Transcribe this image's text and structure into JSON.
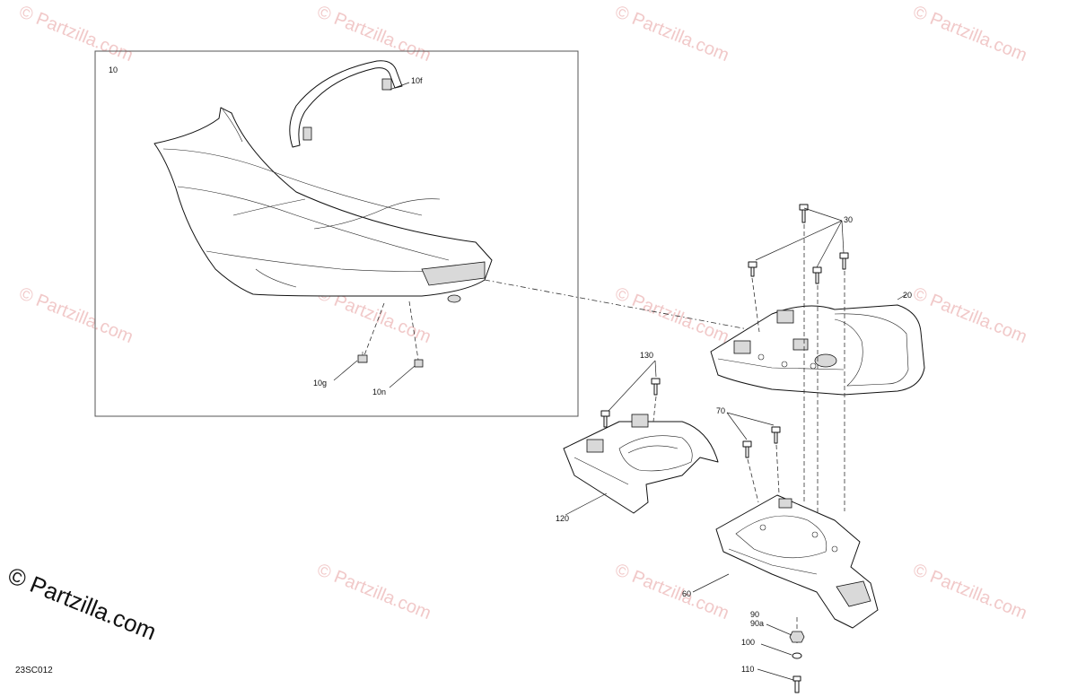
{
  "watermark": {
    "text": "© Partzilla.com"
  },
  "brand": {
    "text": "© Partzilla.com"
  },
  "diagram_code": "23SC012",
  "callouts": {
    "c10": "10",
    "c10f": "10f",
    "c10g": "10g",
    "c10n": "10n",
    "c20": "20",
    "c30": "30",
    "c60": "60",
    "c70": "70",
    "c90": "90",
    "c90a": "90a",
    "c100": "100",
    "c110": "110",
    "c120": "120",
    "c130": "130"
  },
  "colors": {
    "watermark": "#f1c9c9",
    "ink": "#111111"
  }
}
